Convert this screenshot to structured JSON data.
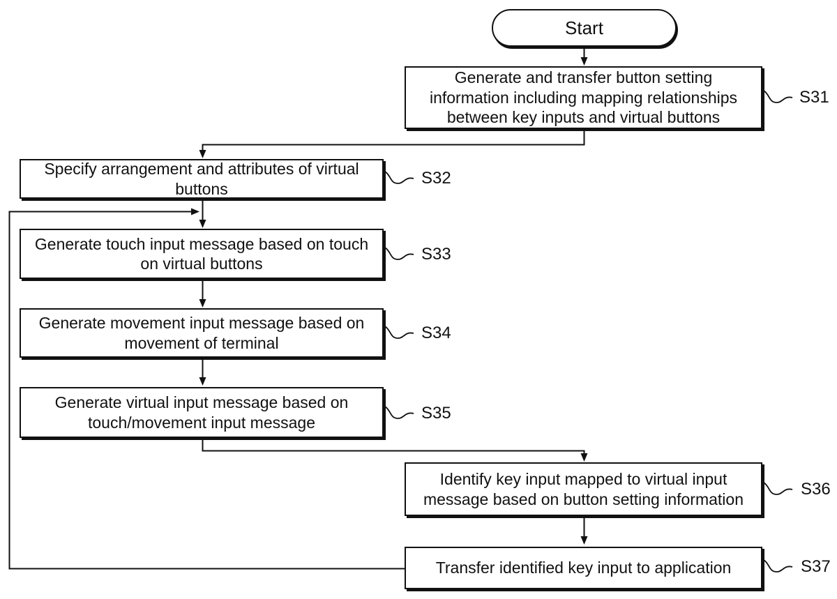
{
  "flowchart": {
    "start_label": "Start",
    "steps": [
      {
        "id": "S31",
        "text": "Generate and transfer button setting information including mapping relationships between key inputs and virtual buttons"
      },
      {
        "id": "S32",
        "text": "Specify arrangement and attributes of virtual buttons"
      },
      {
        "id": "S33",
        "text": "Generate touch input message based on touch on virtual buttons"
      },
      {
        "id": "S34",
        "text": "Generate movement input message based on movement of terminal"
      },
      {
        "id": "S35",
        "text": "Generate virtual input message based on touch/movement input message"
      },
      {
        "id": "S36",
        "text": "Identify key input mapped to virtual input message based on button setting information"
      },
      {
        "id": "S37",
        "text": "Transfer identified key input to application"
      }
    ],
    "colors": {
      "line": "#111111",
      "box_border": "#111111",
      "box_bg": "#ffffff",
      "text": "#111111",
      "canvas_bg": "#ffffff"
    }
  }
}
